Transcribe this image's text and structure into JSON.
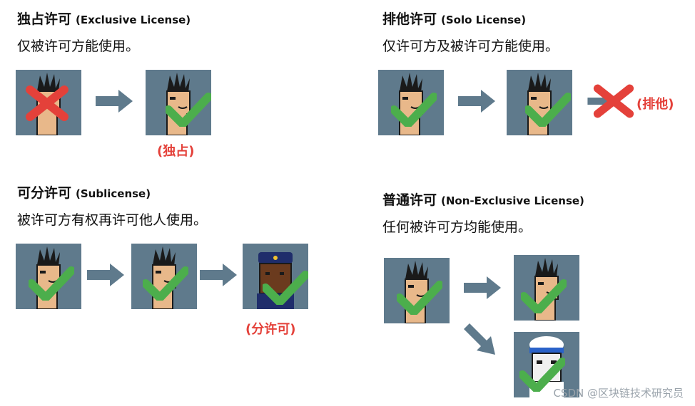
{
  "watermark": "CSDN @区块链技术研究员",
  "exclusive": {
    "title": "独占许可",
    "title_en": "(Exclusive License)",
    "desc": "仅被许可方能使用。",
    "label": "(独占)"
  },
  "solo": {
    "title": "排他许可",
    "title_en": "(Solo License)",
    "desc": "仅许可方及被许可方能使用。",
    "label": "(排他)"
  },
  "sublicense": {
    "title": "可分许可",
    "title_en": "(Sublicense)",
    "desc": "被许可方有权再许可他人使用。",
    "label": "(分许可)"
  },
  "nonexclusive": {
    "title": "普通许可",
    "title_en": "(Non-Exclusive License)",
    "desc": "任何被许可方均能使用。"
  },
  "colors": {
    "tile_bg": "#5f7a8c",
    "arrow": "#5f7a8c",
    "check": "#4cae4c",
    "cross": "#e4413a",
    "label": "#e4413a"
  }
}
